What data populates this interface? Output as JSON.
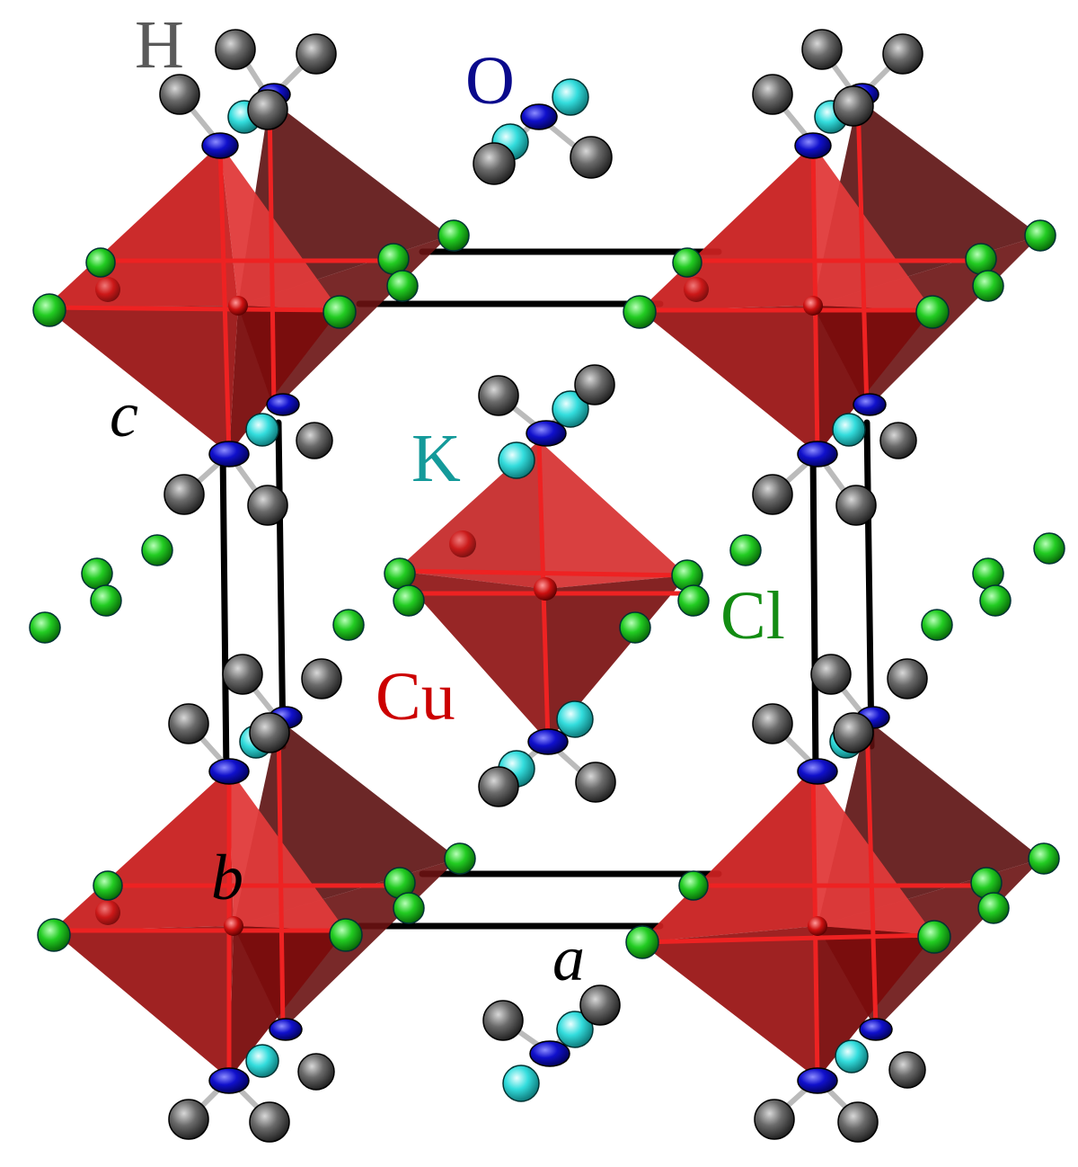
{
  "labels": {
    "hydrogen": "H",
    "oxygen": "O",
    "potassium": "K",
    "chlorine": "Cl",
    "copper": "Cu",
    "axis_a": "a",
    "axis_b": "b",
    "axis_c": "c"
  },
  "colors": {
    "hydrogen": "#5a5a5a",
    "oxygen": "#0a0a8c",
    "potassium": "#149a9a",
    "chlorine": "#128c12",
    "copper": "#cc0000",
    "axis_text": "#000000"
  }
}
